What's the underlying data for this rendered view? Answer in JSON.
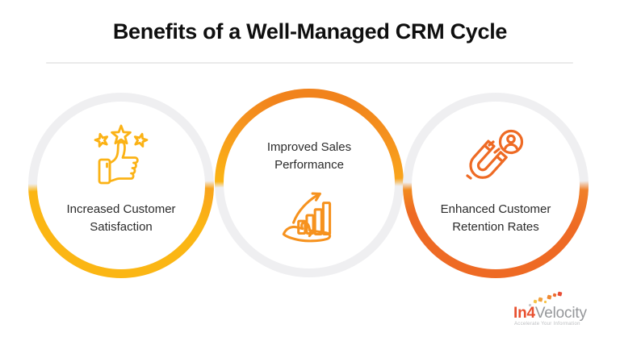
{
  "title": "Benefits of a Well-Managed CRM Cycle",
  "benefits": [
    {
      "label_line1": "Increased Customer",
      "label_line2": "Satisfaction",
      "icon": "thumbs-up-stars-icon",
      "arc_position": "bottom",
      "arc_color": "#FBB614"
    },
    {
      "label_line1": "Improved Sales",
      "label_line2": "Performance",
      "icon": "hand-growth-chart-icon",
      "arc_position": "top",
      "arc_color": "#F1831C"
    },
    {
      "label_line1": "Enhanced Customer",
      "label_line2": "Retention Rates",
      "icon": "magnet-customer-icon",
      "arc_position": "bottom",
      "arc_color": "#EE6A24"
    }
  ],
  "colors": {
    "background": "#FFFFFF",
    "ring_gray": "#EFEFF1",
    "yellow": "#FBB614",
    "orange": "#F1831C",
    "deep_orange": "#EE6A24",
    "title_text": "#0F0F0F",
    "label_text": "#2B2B2B",
    "divider": "#EAEAEA"
  },
  "logo": {
    "brand_prefix": "In4",
    "brand_suffix": "Velocity",
    "tagline": "Accelerate Your Information"
  }
}
